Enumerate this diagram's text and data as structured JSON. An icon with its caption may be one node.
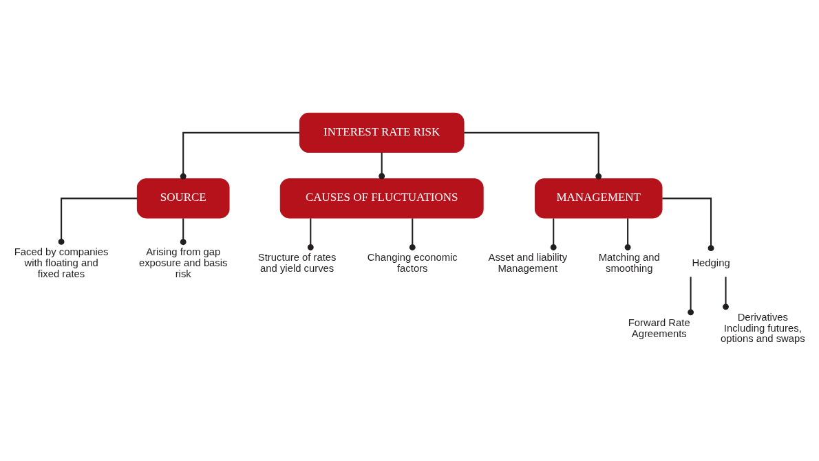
{
  "diagram": {
    "nodes": [
      {
        "text": [
          "INTEREST RATE RISK"
        ]
      },
      {
        "text": [
          "SOURCE"
        ]
      },
      {
        "text": [
          "CAUSES OF FLUCTUATIONS"
        ]
      },
      {
        "text": [
          "MANAGEMENT"
        ]
      },
      {
        "text": [
          "Faced by companies with floating and fixed rates"
        ]
      },
      {
        "text": [
          "Arising from gap exposure and basis risk"
        ]
      },
      {
        "text": [
          "Structure of rates and yield curves"
        ]
      },
      {
        "text": [
          "Changing economic factors"
        ]
      },
      {
        "text": [
          "Asset and liability Management"
        ]
      },
      {
        "text": [
          "Matching and smoothing"
        ]
      },
      {
        "text": [
          "Hedging"
        ]
      },
      {
        "text": [
          "Forward Rate Agreements"
        ]
      },
      {
        "text": [
          "Derivatives Including futures, options and swaps"
        ]
      }
    ],
    "edges": [
      {
        "from": 0,
        "to": 1,
        "arrow": "other"
      },
      {
        "from": 0,
        "to": 2,
        "arrow": "other"
      },
      {
        "from": 0,
        "to": 3,
        "arrow": "other"
      },
      {
        "from": 1,
        "to": 4,
        "arrow": "other"
      },
      {
        "from": 1,
        "to": 5,
        "arrow": "other"
      },
      {
        "from": 2,
        "to": 6,
        "arrow": "other"
      },
      {
        "from": 2,
        "to": 7,
        "arrow": "other"
      },
      {
        "from": 3,
        "to": 8,
        "arrow": "other"
      },
      {
        "from": 3,
        "to": 9,
        "arrow": "other"
      },
      {
        "from": 3,
        "to": 10,
        "arrow": "other"
      },
      {
        "from": 10,
        "to": 11,
        "arrow": "other"
      },
      {
        "from": 10,
        "to": 12,
        "arrow": "other"
      }
    ]
  }
}
